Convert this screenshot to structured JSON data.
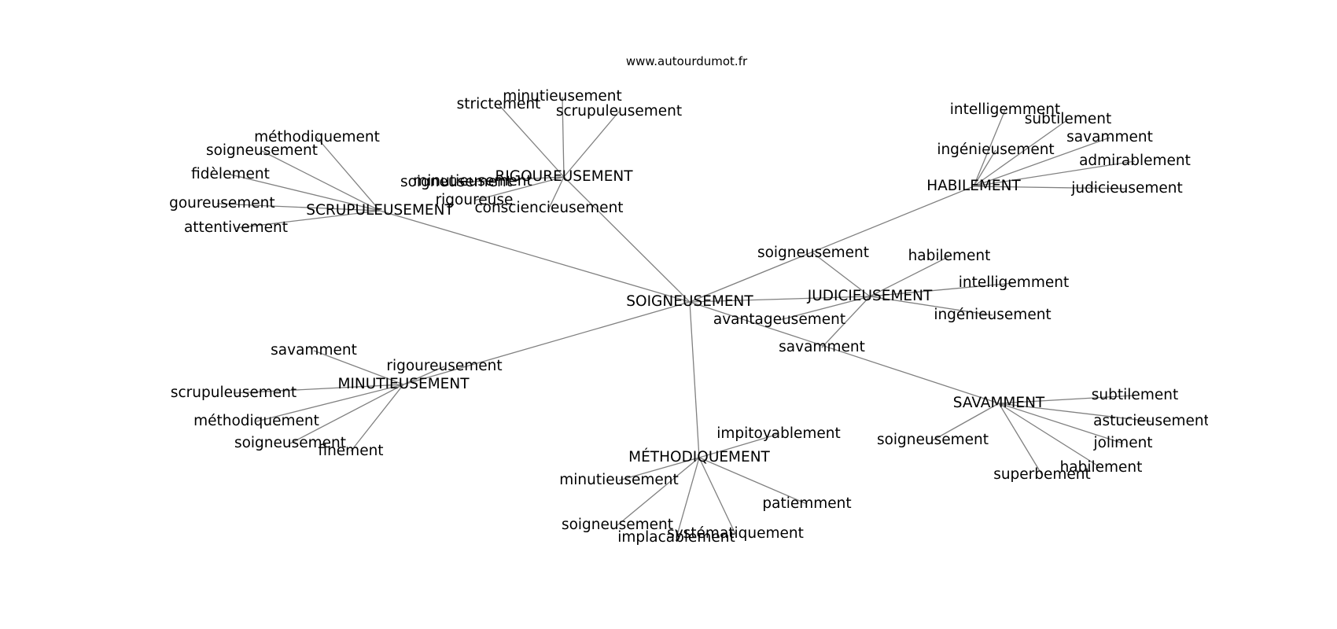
{
  "source": "www.autourdumot.fr",
  "center": "SOIGNEUSEMENT",
  "clusters": [
    {
      "word": "SCRUPULEUSEMENT",
      "leaves": [
        "méthodiquement",
        "soigneusement",
        "fidèlement",
        "rigoureusement",
        "attentivement"
      ]
    },
    {
      "word": "RIGOUREUSEMENT",
      "leaves": [
        "strictement",
        "minutieusement",
        "scrupuleusement",
        "minutieusement",
        "soigneusement",
        "rigoureuse",
        "consciencieusement"
      ]
    },
    {
      "word": "HABILEMENT",
      "leaves": [
        "intelligemment",
        "subtilement",
        "ingénieusement",
        "savamment",
        "admirablement",
        "judicieusement"
      ]
    },
    {
      "word": "JUDICIEUSEMENT",
      "leaves": [
        "soigneusement",
        "habilement",
        "intelligemment",
        "ingénieusement",
        "avantageusement",
        "savamment"
      ]
    },
    {
      "word": "MINUTIEUSEMENT",
      "leaves": [
        "savamment",
        "rigoureusement",
        "scrupuleusement",
        "méthodiquement",
        "soigneusement",
        "finement"
      ]
    },
    {
      "word": "SAVAMMENT",
      "leaves": [
        "subtilement",
        "astucieusement",
        "joliment",
        "habilement",
        "superbement",
        "soigneusement"
      ]
    },
    {
      "word": "MÉTHODIQUEMENT",
      "leaves": [
        "impitoyablement",
        "minutieusement",
        "patiemment",
        "soigneusement",
        "systématiquement",
        "implacablement"
      ]
    }
  ]
}
